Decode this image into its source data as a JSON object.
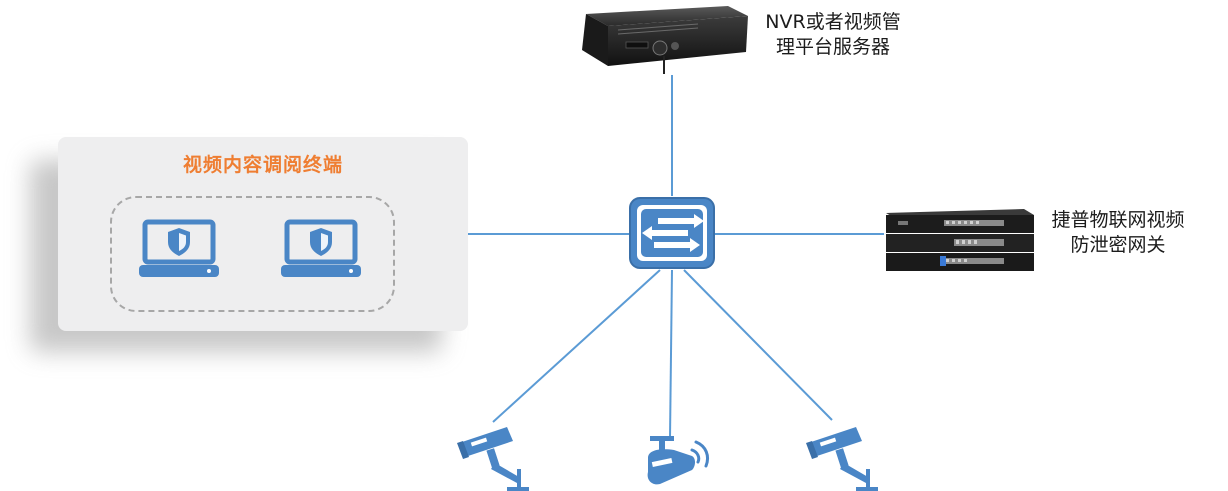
{
  "terminal_group": {
    "title": "视频内容调阅终端",
    "terminals": [
      {
        "icon": "shield-laptop-icon"
      },
      {
        "icon": "shield-laptop-icon"
      }
    ]
  },
  "nvr": {
    "label_line1": "NVR或者视频管",
    "label_line2": "理平台服务器",
    "icon": "nvr-device-icon"
  },
  "gateway": {
    "label_line1": "捷普物联网视频",
    "label_line2": "防泄密网关",
    "icon": "rack-gateway-icon"
  },
  "switch": {
    "icon": "network-switch-icon"
  },
  "cameras": [
    {
      "icon": "bullet-camera-icon"
    },
    {
      "icon": "dome-camera-icon"
    },
    {
      "icon": "bullet-camera-icon"
    }
  ],
  "colors": {
    "link": "#5b9bd5",
    "icon_blue": "#4a86c6",
    "title_orange": "#ef7e32"
  }
}
